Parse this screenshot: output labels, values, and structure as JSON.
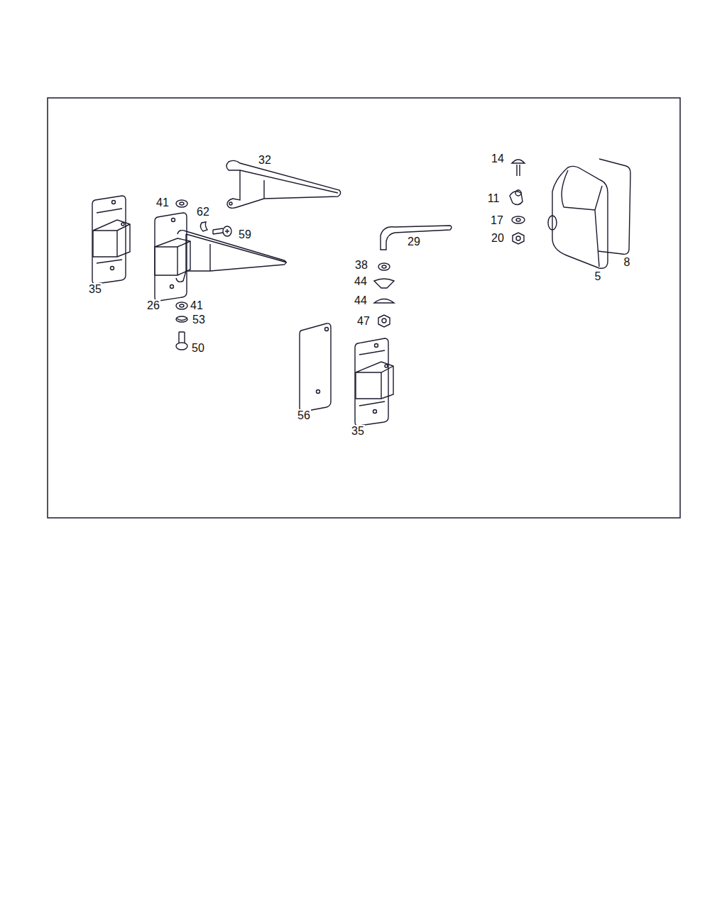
{
  "diagram": {
    "labels": [
      "32",
      "14",
      "41",
      "62",
      "11",
      "59",
      "17",
      "29",
      "20",
      "8",
      "38",
      "5",
      "44",
      "35",
      "44",
      "26",
      "41",
      "53",
      "47",
      "50",
      "56",
      "35"
    ]
  }
}
